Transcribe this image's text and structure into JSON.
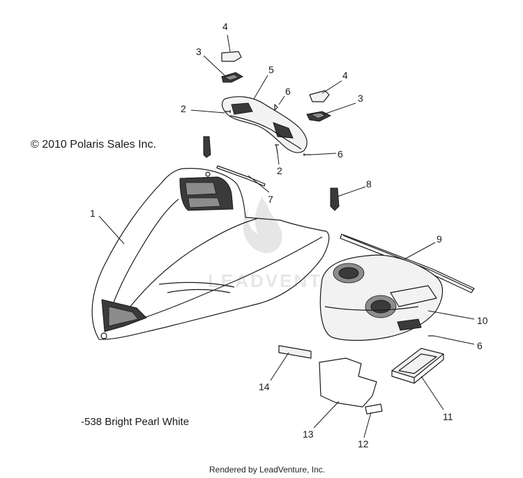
{
  "copyright": "© 2010 Polaris Sales Inc.",
  "color_note": "-538  Bright Pearl White",
  "footer": "Rendered by LeadVenture, Inc.",
  "watermark": "LEADVENTURE",
  "callouts": [
    "4",
    "3",
    "5",
    "4",
    "6",
    "3",
    "2",
    "6",
    "2",
    "7",
    "8",
    "1",
    "9",
    "10",
    "6",
    "14",
    "11",
    "13",
    "12"
  ]
}
